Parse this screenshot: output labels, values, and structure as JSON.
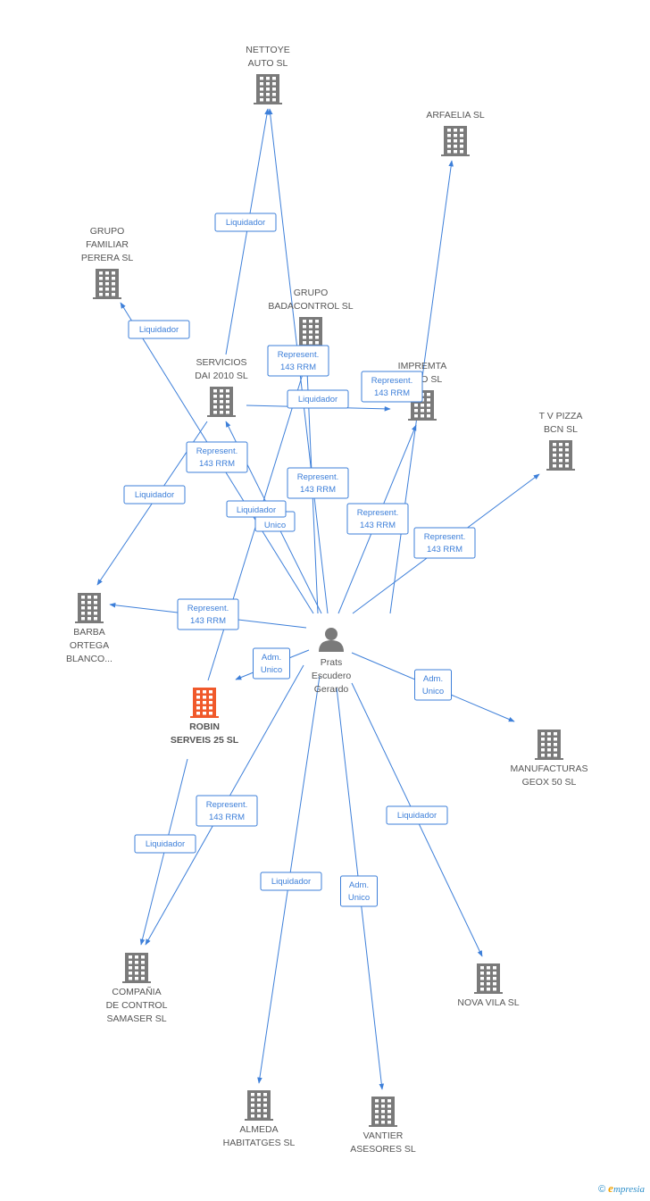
{
  "colors": {
    "edge": "#3d7fd9",
    "building": "#7a7a7a",
    "building_focus": "#f0592b",
    "person": "#7a7a7a",
    "label": "#555555"
  },
  "center": {
    "id": "prats",
    "label": [
      "Prats",
      "Escudero",
      "Gerardo"
    ],
    "icon": "person-icon"
  },
  "nodes": [
    {
      "id": "nettoye",
      "label": [
        "NETTOYE",
        "AUTO SL"
      ],
      "icon": "building-icon"
    },
    {
      "id": "arfaelia",
      "label": [
        "ARFAELIA SL"
      ],
      "icon": "building-icon"
    },
    {
      "id": "grupo_familiar",
      "label": [
        "GRUPO",
        "FAMILIAR",
        "PERERA SL"
      ],
      "icon": "building-icon"
    },
    {
      "id": "badacontrol",
      "label": [
        "GRUPO",
        "BADACONTROL SL"
      ],
      "icon": "building-icon"
    },
    {
      "id": "servicios",
      "label": [
        "SERVICIOS",
        "DAI 2010 SL"
      ],
      "icon": "building-icon"
    },
    {
      "id": "impremta",
      "label": [
        "IMPREMTA",
        "...LLO SL"
      ],
      "icon": "building-icon"
    },
    {
      "id": "tvpizza",
      "label": [
        "T V PIZZA",
        "BCN SL"
      ],
      "icon": "building-icon"
    },
    {
      "id": "barba",
      "label": [
        "BARBA",
        "ORTEGA",
        "BLANCO..."
      ],
      "icon": "building-icon"
    },
    {
      "id": "robin",
      "label": [
        "ROBIN",
        "SERVEIS 25 SL"
      ],
      "icon": "building-icon",
      "focus": true
    },
    {
      "id": "manufacturas",
      "label": [
        "MANUFACTURAS",
        "GEOX 50 SL"
      ],
      "icon": "building-icon"
    },
    {
      "id": "compania",
      "label": [
        "COMPAÑIA",
        "DE CONTROL",
        "SAMASER SL"
      ],
      "icon": "building-icon"
    },
    {
      "id": "novavila",
      "label": [
        "NOVA VILA SL"
      ],
      "icon": "building-icon"
    },
    {
      "id": "almeda",
      "label": [
        "ALMEDA",
        "HABITATGES SL"
      ],
      "icon": "building-icon"
    },
    {
      "id": "vantier",
      "label": [
        "VANTIER",
        "ASESORES SL"
      ],
      "icon": "building-icon"
    }
  ],
  "edges": [
    {
      "from": "servicios",
      "to": "nettoye",
      "label": [
        "Liquidador"
      ]
    },
    {
      "from": "prats",
      "to": "nettoye",
      "label": [
        "Represent.",
        "143 RRM"
      ]
    },
    {
      "from": "prats",
      "to": "arfaelia",
      "label": [
        "Represent.",
        "143 RRM"
      ]
    },
    {
      "from": "prats",
      "to": "grupo_familiar",
      "label": [
        "Liquidador"
      ]
    },
    {
      "from": "robin",
      "to": "badacontrol",
      "label": [
        "Represent.",
        "143 RRM"
      ]
    },
    {
      "from": "prats",
      "to": "badacontrol",
      "label": [
        "Represent.",
        "143 RRM"
      ]
    },
    {
      "from": "servicios",
      "to": "impremta",
      "label": [
        "Liquidador"
      ]
    },
    {
      "from": "prats",
      "to": "servicios",
      "label": [
        "Represent.",
        "143 RRM"
      ]
    },
    {
      "from": "prats",
      "to": "impremta",
      "label": [
        "Represent.",
        "143 RRM"
      ]
    },
    {
      "from": "servicios",
      "to": "barba",
      "label": [
        "Liquidador"
      ]
    },
    {
      "from": "prats",
      "to": "barba",
      "label": [
        "Represent.",
        "143 RRM"
      ]
    },
    {
      "from": "prats",
      "to": "tvpizza",
      "label": [
        "Represent.",
        "143 RRM"
      ]
    },
    {
      "from": "prats",
      "to": "robin",
      "label": [
        "Adm.",
        "Unico"
      ]
    },
    {
      "from": "prats",
      "to": "manufacturas",
      "label": [
        "Adm.",
        "Unico"
      ]
    },
    {
      "from": "robin",
      "to": "compania",
      "label": [
        "Liquidador"
      ]
    },
    {
      "from": "prats",
      "to": "compania",
      "label": [
        "Represent.",
        "143 RRM"
      ]
    },
    {
      "from": "prats",
      "to": "almeda",
      "label": [
        "Liquidador"
      ]
    },
    {
      "from": "prats",
      "to": "vantier",
      "label": [
        "Adm.",
        "Unico"
      ]
    },
    {
      "from": "prats",
      "to": "novavila",
      "label": [
        "Liquidador"
      ]
    }
  ],
  "overlay_labels": [
    {
      "id": "liq_unico",
      "label": [
        "Liquidador"
      ],
      "sub": [
        "Unico"
      ]
    }
  ],
  "brand": {
    "copyright": "©",
    "initial": "e",
    "name": "mpresia"
  }
}
